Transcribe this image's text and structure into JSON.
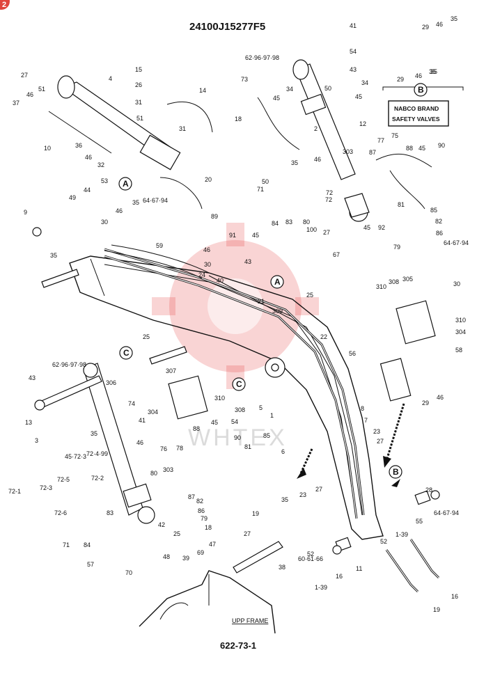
{
  "corner_badge": "2",
  "title": "24100J15277F5",
  "footer_code": "622-73-1",
  "nabco_box": {
    "line1": "NABCO BRAND",
    "line2": "SAFETY VALVES"
  },
  "frame_label": "UPP FRAME",
  "watermark": "WHTEX",
  "callouts": {
    "a": "A",
    "b": "B",
    "c": "C"
  },
  "part_labels": [
    "41",
    "54",
    "62·96·97·98",
    "43",
    "35",
    "29",
    "46",
    "35",
    "29",
    "46",
    "35",
    "27",
    "4",
    "15",
    "26",
    "31",
    "14",
    "51",
    "31",
    "73",
    "34",
    "50",
    "45",
    "34",
    "46",
    "51",
    "37",
    "10",
    "36",
    "46",
    "32",
    "18",
    "45",
    "2",
    "12",
    "35",
    "46",
    "303",
    "87",
    "75",
    "77",
    "88",
    "45",
    "90",
    "53",
    "44",
    "49",
    "46",
    "35",
    "30",
    "20",
    "71",
    "50",
    "72",
    "72",
    "80",
    "83",
    "84",
    "89",
    "91",
    "45",
    "100",
    "27",
    "45",
    "92",
    "79",
    "81",
    "85",
    "82",
    "86",
    "64·67·94",
    "64·67·94",
    "67",
    "9",
    "59",
    "35",
    "46",
    "30",
    "24",
    "40",
    "43",
    "25",
    "21",
    "309",
    "310",
    "308",
    "305",
    "30",
    "310",
    "304",
    "58",
    "25",
    "22",
    "56",
    "62·96·97·98",
    "306",
    "307",
    "310",
    "308",
    "304",
    "41",
    "54",
    "43",
    "13",
    "3",
    "74",
    "35",
    "46",
    "45·72·3",
    "72·4·99",
    "72-5",
    "72-2",
    "72-1",
    "72-3",
    "72-6",
    "71",
    "84",
    "83",
    "80",
    "303",
    "87",
    "76",
    "78",
    "88",
    "45",
    "90",
    "81",
    "85",
    "82",
    "86",
    "79",
    "18",
    "19",
    "42",
    "25",
    "1",
    "5",
    "6",
    "8",
    "7",
    "23",
    "27",
    "29",
    "46",
    "35",
    "23",
    "27",
    "28",
    "1-39",
    "52",
    "55",
    "64·67·94",
    "27",
    "57",
    "70",
    "48",
    "39",
    "69",
    "47",
    "38",
    "60·61·66",
    "52",
    "1-39",
    "16",
    "11",
    "16",
    "19"
  ]
}
